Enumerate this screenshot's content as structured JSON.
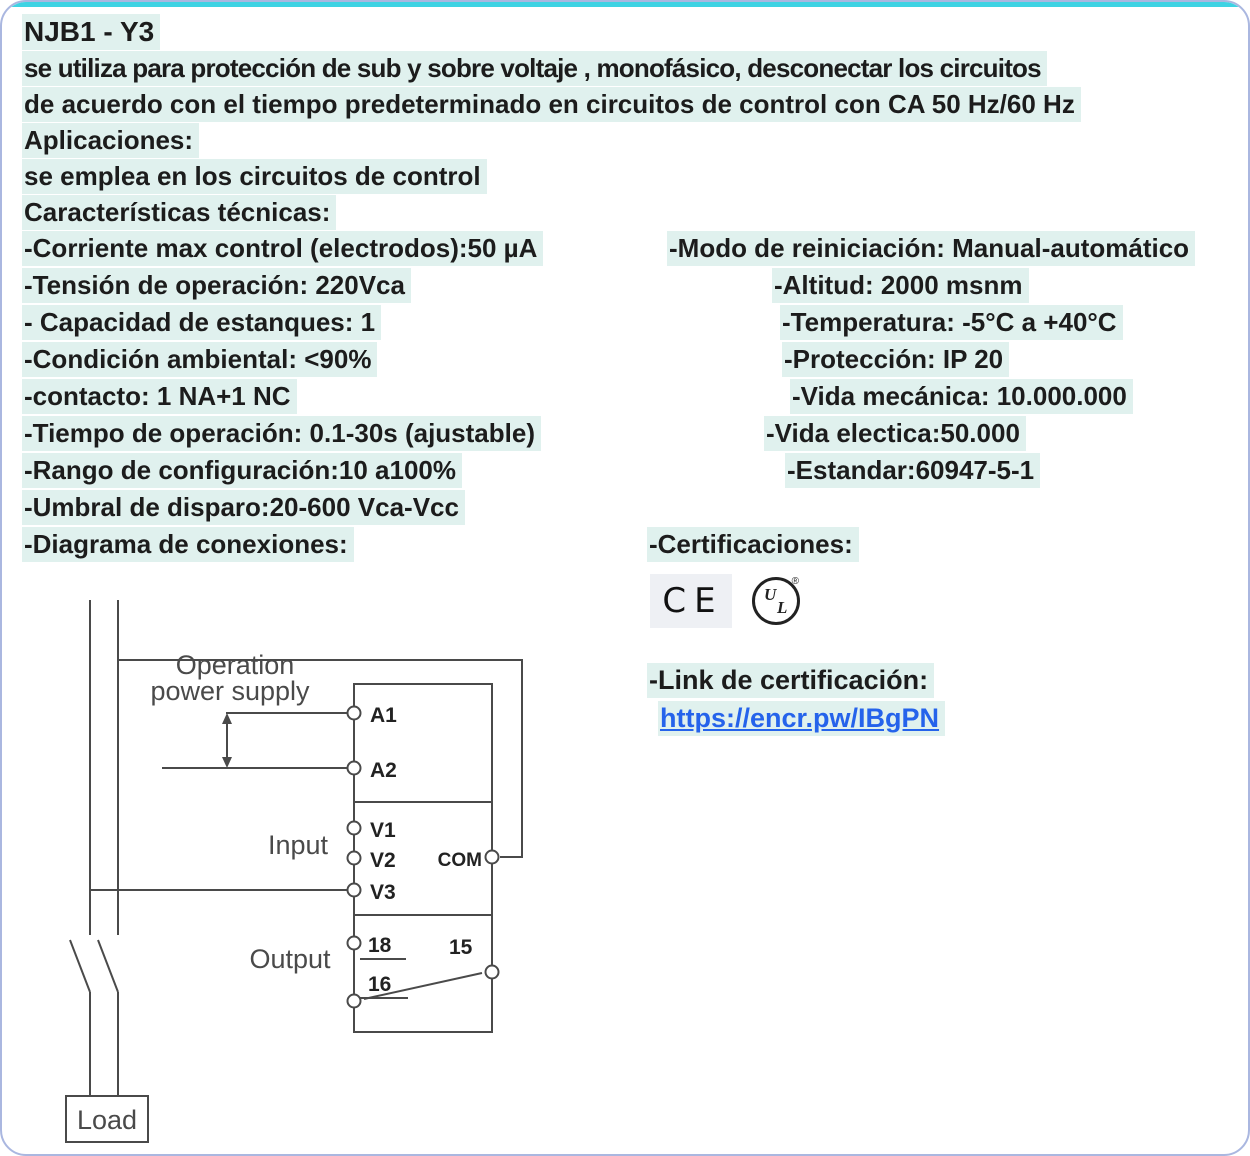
{
  "product": {
    "title": "NJB1 - Y3",
    "description_lines": [
      "se utiliza para protección de sub y sobre voltaje , monofásico, desconectar los circuitos",
      "de acuerdo con el tiempo predeterminado en circuitos de control con CA 50 Hz/60 Hz"
    ],
    "applications_label": "Aplicaciones:",
    "applications_text": "se emplea en los circuitos de control",
    "characteristics_label": "Características técnicas:"
  },
  "specs": {
    "left": [
      "-Corriente max control (electrodos):50 µA",
      "-Tensión de operación: 220Vca",
      "- Capacidad de estanques: 1",
      "-Condición ambiental: <90%",
      "-contacto: 1 NA+1 NC",
      "-Tiempo de operación: 0.1-30s (ajustable)",
      "-Rango de configuración:10 a100%",
      "-Umbral de disparo:20-600 Vca-Vcc"
    ],
    "right": [
      "-Modo de reiniciación: Manual-automático",
      "-Altitud: 2000 msnm",
      "-Temperatura: -5°C a +40°C",
      "-Protección: IP 20",
      "-Vida mecánica: 10.000.000",
      "-Vida electica:50.000",
      "-Estandar:60947-5-1"
    ]
  },
  "diagram": {
    "section_label": " -Diagrama de conexiones:",
    "operation_supply_line1": "Operation",
    "operation_supply_line2": "power supply",
    "input_label": "Input",
    "output_label": "Output",
    "load_label": "Load",
    "terminals": {
      "a1": "A1",
      "a2": "A2",
      "v1": "V1",
      "v2": "V2",
      "v3": "V3",
      "com": "COM",
      "out18": "18",
      "out15": "15",
      "out16": "16"
    }
  },
  "certifications": {
    "label": "-Certificaciones:",
    "ce_mark": "CE",
    "ul_u": "U",
    "ul_l": "L",
    "ul_registered": "®"
  },
  "cert_link": {
    "label": "-Link de certificación:",
    "url": "https://encr.pw/IBgPN"
  },
  "colors": {
    "highlight": "#e0f1ee",
    "accent_top": "#3ed3e3",
    "border": "#aab7e0",
    "link": "#2563eb"
  }
}
